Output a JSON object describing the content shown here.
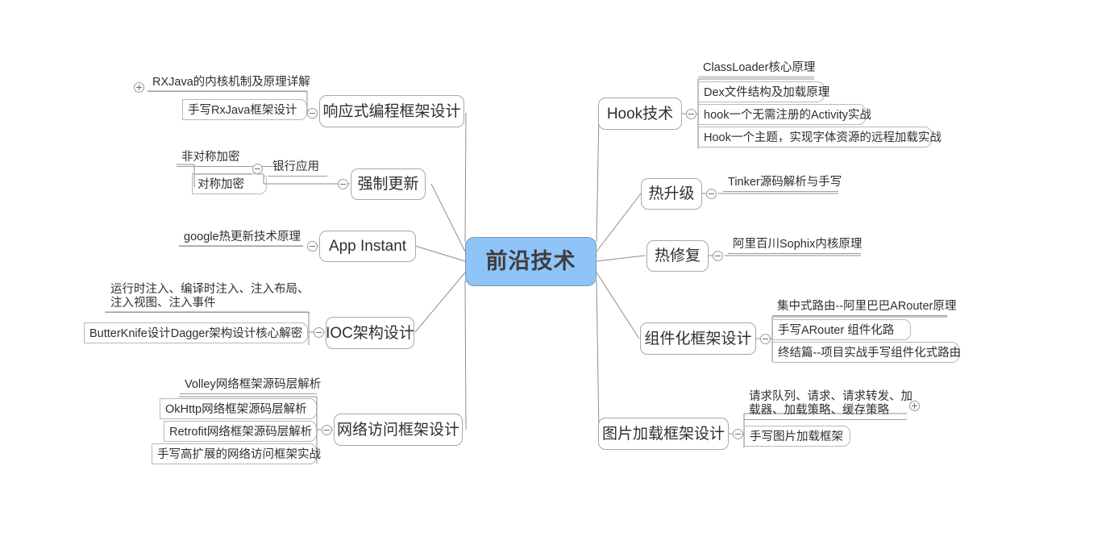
{
  "diagram": {
    "type": "mind-map",
    "root": {
      "label": "前沿技术",
      "fill": "#8fc4f8",
      "border": "#7d96ad"
    },
    "branches": [
      {
        "id": "reactive",
        "label": "响应式编程框架设计",
        "side": "left",
        "toggle": "minus",
        "children": [
          {
            "label": "RXJava的内核机制及原理详解",
            "style": "plain",
            "toggle": "plus"
          },
          {
            "label": "手写RxJava框架设计",
            "style": "boxed"
          }
        ]
      },
      {
        "id": "force-update",
        "label": "强制更新",
        "side": "left",
        "toggle": "minus",
        "children": [
          {
            "label": "银行应用",
            "style": "plain",
            "toggle": "minus",
            "children": [
              {
                "label": "非对称加密",
                "style": "plain"
              },
              {
                "label": "对称加密",
                "style": "boxed"
              }
            ]
          }
        ]
      },
      {
        "id": "app-instant",
        "label": "App Instant",
        "side": "left",
        "toggle": "minus",
        "children": [
          {
            "label": "google热更新技术原理",
            "style": "plain"
          }
        ]
      },
      {
        "id": "ioc",
        "label": "IOC架构设计",
        "side": "left",
        "toggle": "minus",
        "children": [
          {
            "label": "运行时注入、编译时注入、注入布局、\n注入视图、注入事件",
            "style": "plain"
          },
          {
            "label": "ButterKnife设计Dagger架构设计核心解密",
            "style": "boxed"
          }
        ]
      },
      {
        "id": "network",
        "label": "网络访问框架设计",
        "side": "left",
        "toggle": "minus",
        "children": [
          {
            "label": "Volley网络框架源码层解析",
            "style": "plain"
          },
          {
            "label": "OkHttp网络框架源码层解析",
            "style": "boxed"
          },
          {
            "label": "Retrofit网络框架源码层解析",
            "style": "boxed"
          },
          {
            "label": "手写高扩展的网络访问框架实战",
            "style": "boxed"
          }
        ]
      },
      {
        "id": "hook",
        "label": "Hook技术",
        "side": "right",
        "toggle": "minus",
        "children": [
          {
            "label": "ClassLoader核心原理",
            "style": "plain"
          },
          {
            "label": "Dex文件结构及加载原理",
            "style": "boxed"
          },
          {
            "label": "hook一个无需注册的Activity实战",
            "style": "boxed"
          },
          {
            "label": "Hook一个主题，实现字体资源的远程加载实战",
            "style": "boxed"
          }
        ]
      },
      {
        "id": "hot-upgrade",
        "label": "热升级",
        "side": "right",
        "toggle": "minus",
        "children": [
          {
            "label": "Tinker源码解析与手写",
            "style": "plain"
          }
        ]
      },
      {
        "id": "hot-fix",
        "label": "热修复",
        "side": "right",
        "toggle": "minus",
        "children": [
          {
            "label": "阿里百川Sophix内核原理",
            "style": "plain"
          }
        ]
      },
      {
        "id": "componentization",
        "label": "组件化框架设计",
        "side": "right",
        "toggle": "minus",
        "children": [
          {
            "label": "集中式路由--阿里巴巴ARouter原理",
            "style": "plain"
          },
          {
            "label": "手写ARouter 组件化路",
            "style": "boxed"
          },
          {
            "label": "终结篇--项目实战手写组件化式路由",
            "style": "boxed"
          }
        ]
      },
      {
        "id": "image-loader",
        "label": "图片加载框架设计",
        "side": "right",
        "toggle": "minus",
        "children": [
          {
            "label": "请求队列、请求、请求转发、加\n载器、加载策略、缓存策略",
            "style": "plain",
            "toggle": "plus"
          },
          {
            "label": "手写图片加载框架",
            "style": "boxed"
          }
        ]
      }
    ]
  }
}
